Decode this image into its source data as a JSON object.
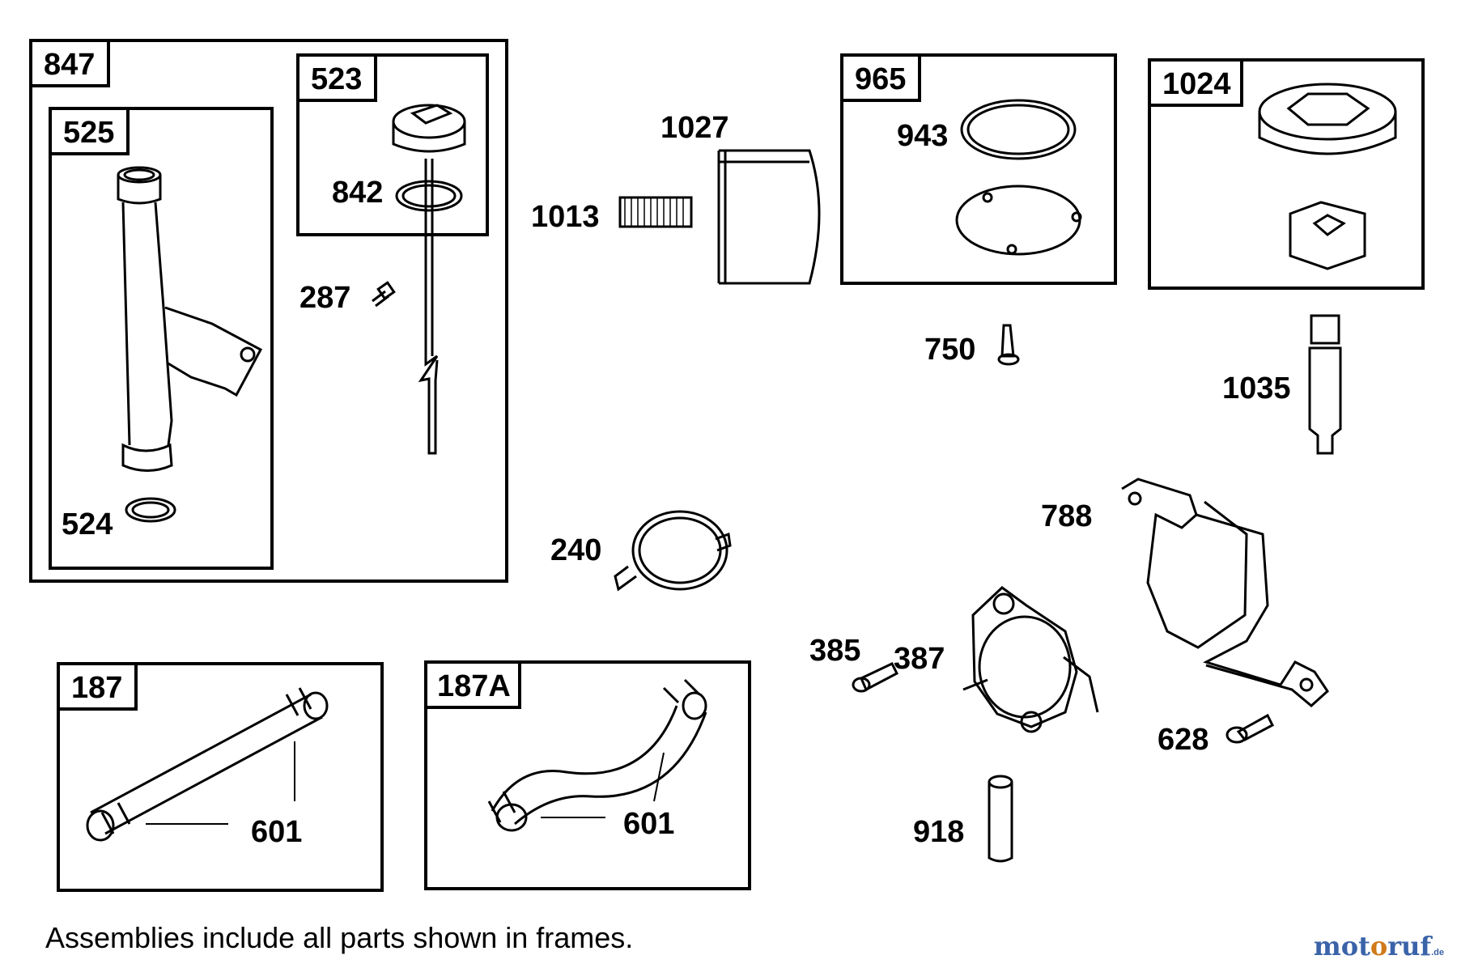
{
  "frames": {
    "f847": "847",
    "f525": "525",
    "f523": "523",
    "f965": "965",
    "f1024": "1024",
    "f187": "187",
    "f187a": "187A"
  },
  "parts": {
    "p524": "524",
    "p842": "842",
    "p287": "287",
    "p1027": "1027",
    "p1013": "1013",
    "p943": "943",
    "p750": "750",
    "p1035": "1035",
    "p788": "788",
    "p240": "240",
    "p385": "385",
    "p387": "387",
    "p628": "628",
    "p918": "918",
    "p601a": "601",
    "p601b": "601"
  },
  "footnote": "Assemblies include all parts shown in frames.",
  "watermark": {
    "main_a": "mot",
    "main_b": "o",
    "main_c": "ruf",
    "tld": ".de"
  }
}
